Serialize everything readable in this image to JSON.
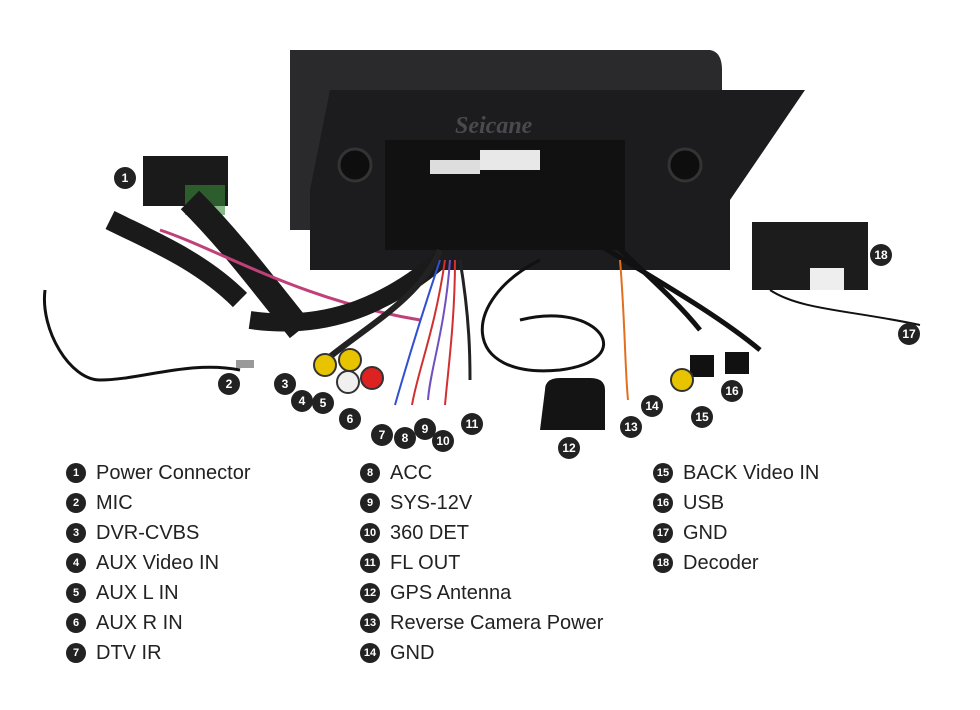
{
  "brand": "Seicane",
  "legend": [
    {
      "n": "1",
      "label": "Power Connector"
    },
    {
      "n": "2",
      "label": "MIC"
    },
    {
      "n": "3",
      "label": "DVR-CVBS"
    },
    {
      "n": "4",
      "label": "AUX Video IN"
    },
    {
      "n": "5",
      "label": "AUX L IN"
    },
    {
      "n": "6",
      "label": "AUX R IN"
    },
    {
      "n": "7",
      "label": "DTV IR"
    },
    {
      "n": "8",
      "label": "ACC"
    },
    {
      "n": "9",
      "label": "SYS-12V"
    },
    {
      "n": "10",
      "label": "360 DET"
    },
    {
      "n": "11",
      "label": "FL OUT"
    },
    {
      "n": "12",
      "label": "GPS Antenna"
    },
    {
      "n": "13",
      "label": "Reverse Camera Power"
    },
    {
      "n": "14",
      "label": "GND"
    },
    {
      "n": "15",
      "label": "BACK Video IN"
    },
    {
      "n": "16",
      "label": "USB"
    },
    {
      "n": "17",
      "label": "GND"
    },
    {
      "n": "18",
      "label": "Decoder"
    }
  ]
}
